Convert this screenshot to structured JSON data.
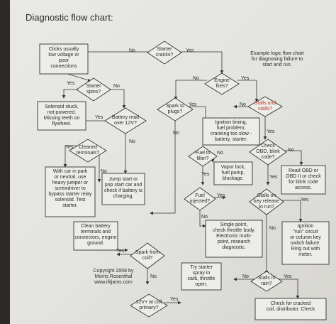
{
  "title": "Diagnostic flow chart:",
  "copyright": "Copyright 2008 by\nMorris Rosenthal\nwww.ifitjams.com",
  "note": "Example logic flow chart\nfor diagnosing failure to\nstart and run.",
  "nodes": {
    "clicks": "Clicks usually\nlow voltage or\npoor\nconnections",
    "starter_cranks": "Starter\ncranks?",
    "starter_spins": "Starter\nspins?",
    "engine_fires": "Engine\nfires?",
    "solenoid_stuck": "Solenoid stuck,\nnot powered.\nMissing teeth on\nflywheel.",
    "battery_read": "Battery read\nover 12V?",
    "spark_to_plugs": "Spark to\nplugs?",
    "stalls_and_stalls": "Stalls and\nstalls?",
    "ignition_timing": "Ignition timing,\nfuel problem,\ncranking too slow -\nbattery, starter.",
    "cleaned_terminals": "Cleaned\nterminals?",
    "check_obd": "Check\nOBD, blink\ncode?",
    "car_in_park": "With car in park\nor neutral, use\nheavy jumper or\nscrewdriver to\nbypass starter relay\nsolenoid. Test\nstarter.",
    "jump_start": "Jump start or\npop start car and\ncheck if battery is\ncharging.",
    "fuel_to_filter": "Fuel to\nfilter?",
    "vapor_lock": "Vapor lock,\nfuel pump,\nblockage.",
    "read_obd": "Read OBD or\nOBD II or check\nfor blink code\naccess.",
    "fuel_injected": "Fuel\ninjected?",
    "stalls_key_release": "Stalls on\nkey release\nto run?",
    "clean_battery": "Clean battery\nterminals and\nconnectors, engine\nground.",
    "single_point": "Single point,\ncheck throttle body.\nElectronic multi-\npoint, research\ndiagnostic.",
    "ignition_run": "Ignition\n\"run\" circuit\nor column key\nswitch failure.\nRing out with\nmeter.",
    "spark_from_coil": "Spark from\ncoil?",
    "starter_spray": "Try starter\nspray in\ncarb, throttle\nopen.",
    "stalls_in_rain": "Stalls in\nrain?",
    "twelve_at_coil": "12V+ at coil\nprimary?",
    "check_cracked": "Check for cracked\ncoil, distributor. Check"
  },
  "labels": {
    "yes": "Yes",
    "no": "No"
  }
}
